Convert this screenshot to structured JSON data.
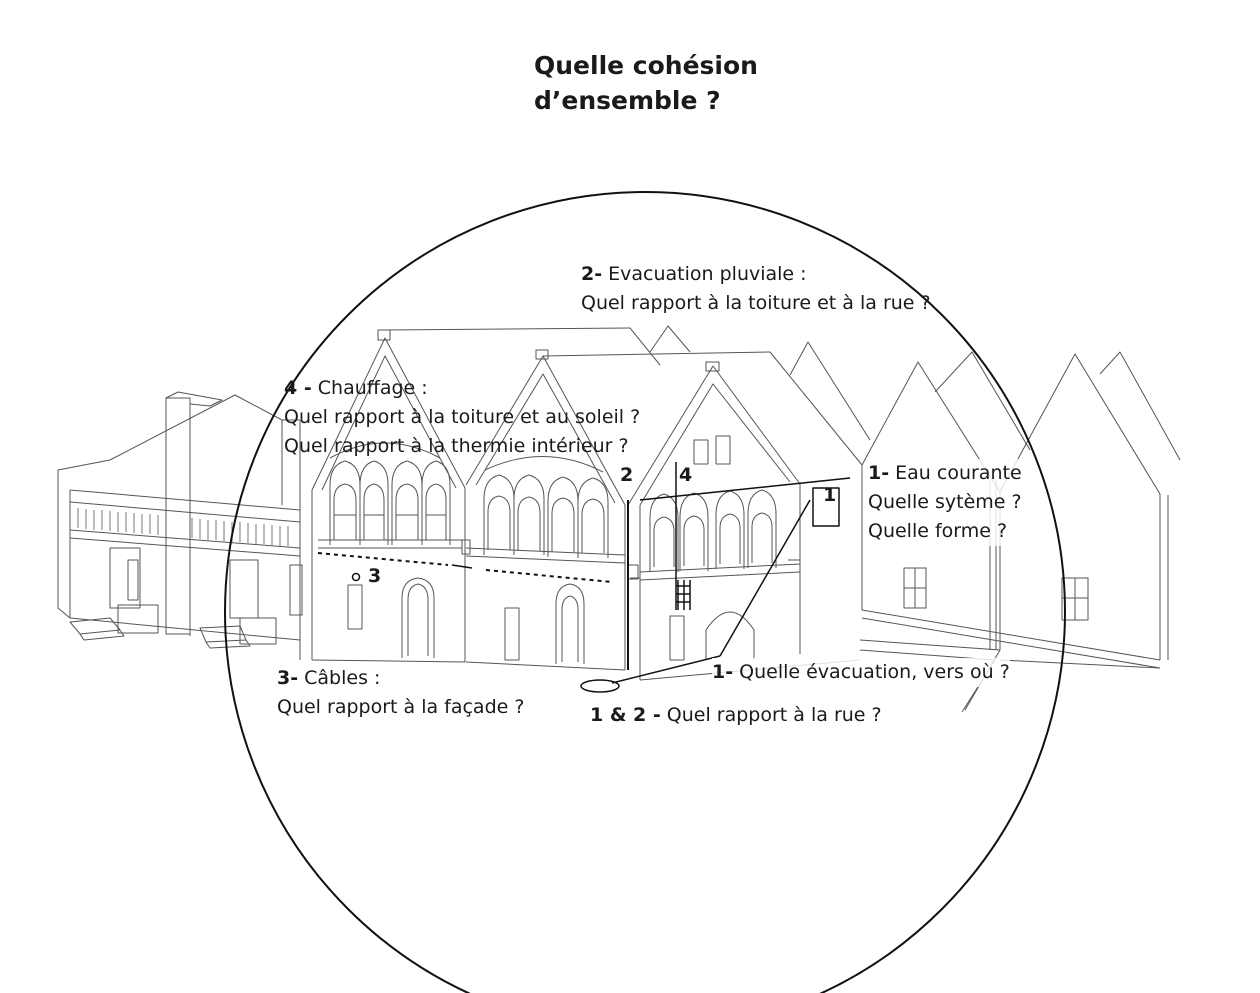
{
  "title": {
    "line1": "Quelle cohésion",
    "line2": "d’ensemble ?"
  },
  "annotations": {
    "evacuation_pluviale": {
      "number": "2-",
      "heading": " Evacuation pluviale :",
      "line2": "Quel rapport à la toiture  et à la rue ?"
    },
    "chauffage": {
      "number": "4 -",
      "heading": " Chauffage :",
      "line2": "Quel rapport à la toiture  et au soleil ?",
      "line3": "Quel rapport à la thermie intérieur ?"
    },
    "eau_courante": {
      "number": "1-",
      "heading": " Eau courante",
      "line2": "Quelle sytème ?",
      "line3": "Quelle forme ?"
    },
    "cables": {
      "number": "3-",
      "heading": " Câbles :",
      "line2": "Quel rapport à la façade ?"
    },
    "evacuation_vers_ou": {
      "number": "1-",
      "text": " Quelle évacuation, vers où ?"
    },
    "rapport_rue": {
      "number": "1 & 2 -",
      "text": " Quel rapport à la rue ?"
    }
  },
  "markers": {
    "m1": "1",
    "m2": "2",
    "m3": "3",
    "m4": "4"
  }
}
